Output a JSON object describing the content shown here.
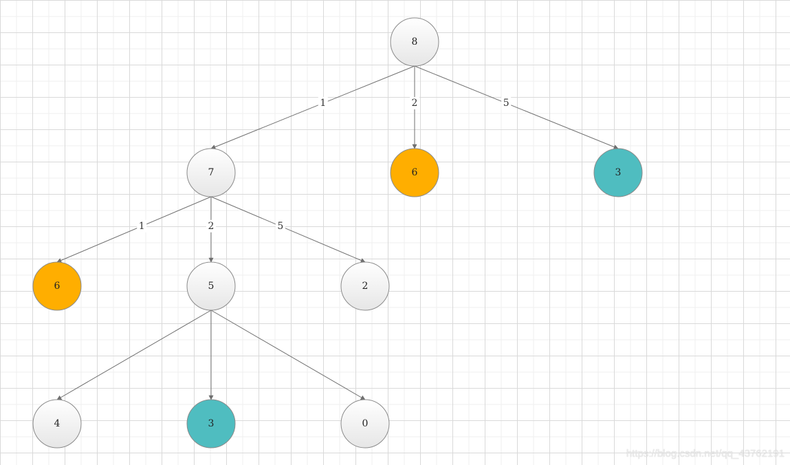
{
  "colors": {
    "node_default_top": "#ffffff",
    "node_default_bottom": "#e6e6e6",
    "orange": "#ffae00",
    "teal": "#4fbdc0",
    "edge": "#6f6f6f"
  },
  "nodes": [
    {
      "id": "n8",
      "label": "8",
      "fill": "default"
    },
    {
      "id": "n7",
      "label": "7",
      "fill": "default"
    },
    {
      "id": "n6a",
      "label": "6",
      "fill": "orange"
    },
    {
      "id": "n3a",
      "label": "3",
      "fill": "teal"
    },
    {
      "id": "n6b",
      "label": "6",
      "fill": "orange"
    },
    {
      "id": "n5",
      "label": "5",
      "fill": "default"
    },
    {
      "id": "n2",
      "label": "2",
      "fill": "default"
    },
    {
      "id": "n4",
      "label": "4",
      "fill": "default"
    },
    {
      "id": "n3b",
      "label": "3",
      "fill": "teal"
    },
    {
      "id": "n0",
      "label": "0",
      "fill": "default"
    }
  ],
  "edges": [
    {
      "from": "n8",
      "to": "n7",
      "label": "1"
    },
    {
      "from": "n8",
      "to": "n6a",
      "label": "2"
    },
    {
      "from": "n8",
      "to": "n3a",
      "label": "5"
    },
    {
      "from": "n7",
      "to": "n6b",
      "label": "1"
    },
    {
      "from": "n7",
      "to": "n5",
      "label": "2"
    },
    {
      "from": "n7",
      "to": "n2",
      "label": "5"
    },
    {
      "from": "n5",
      "to": "n4",
      "label": ""
    },
    {
      "from": "n5",
      "to": "n3b",
      "label": ""
    },
    {
      "from": "n5",
      "to": "n0",
      "label": ""
    }
  ],
  "watermark": "https://blog.csdn.net/qq_43762191"
}
